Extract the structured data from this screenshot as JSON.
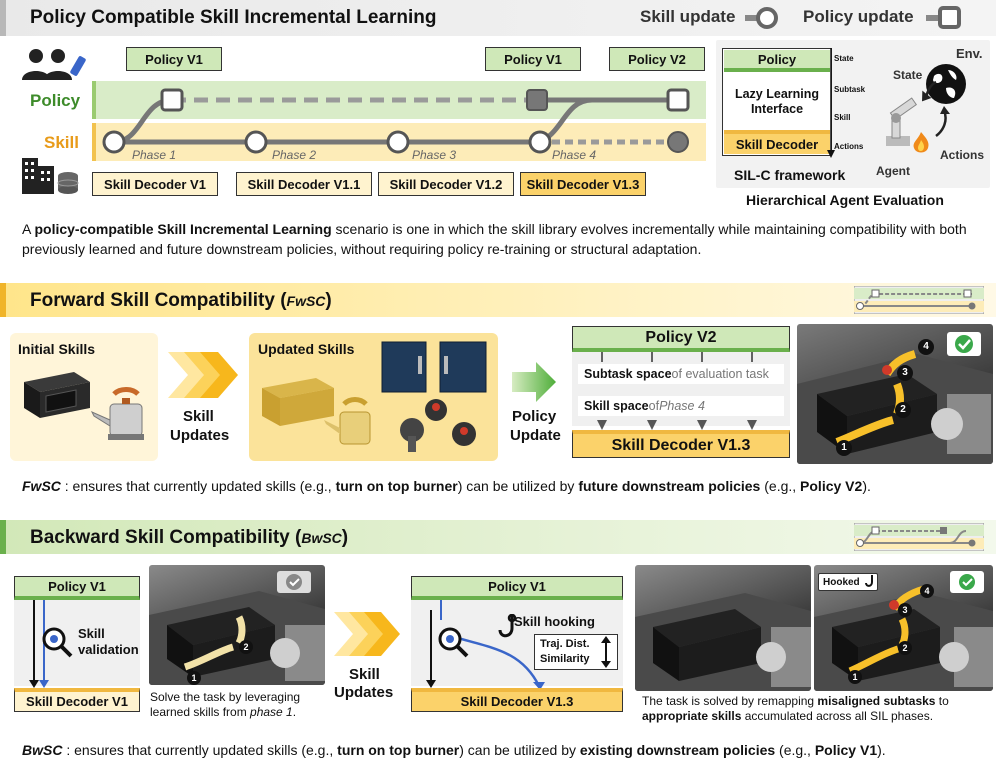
{
  "header": {
    "title": "Policy Compatible Skill Incremental Learning",
    "legend_skill_update": "Skill update",
    "legend_policy_update": "Policy update"
  },
  "timeline": {
    "row_policy": "Policy",
    "row_skill": "Skill",
    "policy_top": [
      "Policy V1",
      "Policy V1",
      "Policy V2"
    ],
    "phases": [
      "Phase 1",
      "Phase 2",
      "Phase 3",
      "Phase 4"
    ],
    "decoders": [
      "Skill Decoder V1",
      "Skill Decoder V1.1",
      "Skill Decoder V1.2",
      "Skill Decoder V1.3"
    ]
  },
  "framework": {
    "policy": "Policy",
    "lazy": "Lazy Learning Interface",
    "decoder": "Skill Decoder",
    "axis": [
      "State",
      "Subtask",
      "Skill",
      "Actions"
    ],
    "name": "SIL-C framework",
    "env": "Env.",
    "state": "State",
    "agent": "Agent",
    "actions": "Actions",
    "caption": "Hierarchical Agent Evaluation"
  },
  "intro": {
    "a": "A ",
    "b": "policy-compatible Skill Incremental Learning",
    "c": " scenario is one in which the skill library evolves incrementally while maintaining compatibility with both previously learned and future downstream policies, without requiring policy re-training or structural adaptation."
  },
  "fwsc": {
    "title": "Forward Skill Compatibility (",
    "abbr": "FwSC",
    "close": ")",
    "initial": "Initial Skills",
    "updated": "Updated Skills",
    "skill_updates_1": "Skill",
    "skill_updates_2": "Updates",
    "policy_update_1": "Policy",
    "policy_update_2": "Update",
    "policy": "Policy V2",
    "subtask_a": "Subtask space",
    "subtask_b": " of evaluation task",
    "skillspace_a": "Skill space",
    "skillspace_b": " of ",
    "skillspace_c": "Phase 4",
    "decoder": "Skill Decoder V1.3",
    "steps": [
      "1",
      "2",
      "3",
      "4"
    ],
    "s_abbr": "FwSC",
    "s_1": " : ensures that currently updated skills  (e.g., ",
    "s_2": "turn on top burner",
    "s_3": ") can be utilized by ",
    "s_4": "future downstream policies",
    "s_5": " (e.g., ",
    "s_6": "Policy V2",
    "s_7": ")."
  },
  "bwsc": {
    "title": "Backward Skill Compatibility (",
    "abbr": "BwSC",
    "close": ")",
    "policy_left": "Policy V1",
    "validation_1": "Skill",
    "validation_2": "validation",
    "decoder_left": "Skill Decoder V1",
    "solve_1": "Solve the task by leveraging",
    "solve_2": "learned skills from ",
    "solve_3": "phase 1",
    "solve_4": ".",
    "skill_updates_1": "Skill",
    "skill_updates_2": "Updates",
    "policy_mid": "Policy V1",
    "hooking": "Skill hooking",
    "traj_1": "Traj. Dist.",
    "traj_2": "Similarity",
    "decoder_mid": "Skill Decoder V1.3",
    "hooked": "Hooked",
    "steps": [
      "1",
      "2",
      "3",
      "4"
    ],
    "remap_1": "The task is solved by remapping ",
    "remap_2": "misaligned subtasks",
    "remap_3": " to",
    "remap_4": "appropriate skills",
    "remap_5": " accumulated across all SIL phases.",
    "s_abbr": "BwSC",
    "s_1": " : ensures that currently updated skills (e.g., ",
    "s_2": "turn on top burner",
    "s_3": ") can be utilized by ",
    "s_4": "existing downstream policies",
    "s_5": " (e.g., ",
    "s_6": "Policy V1",
    "s_7": ")."
  }
}
